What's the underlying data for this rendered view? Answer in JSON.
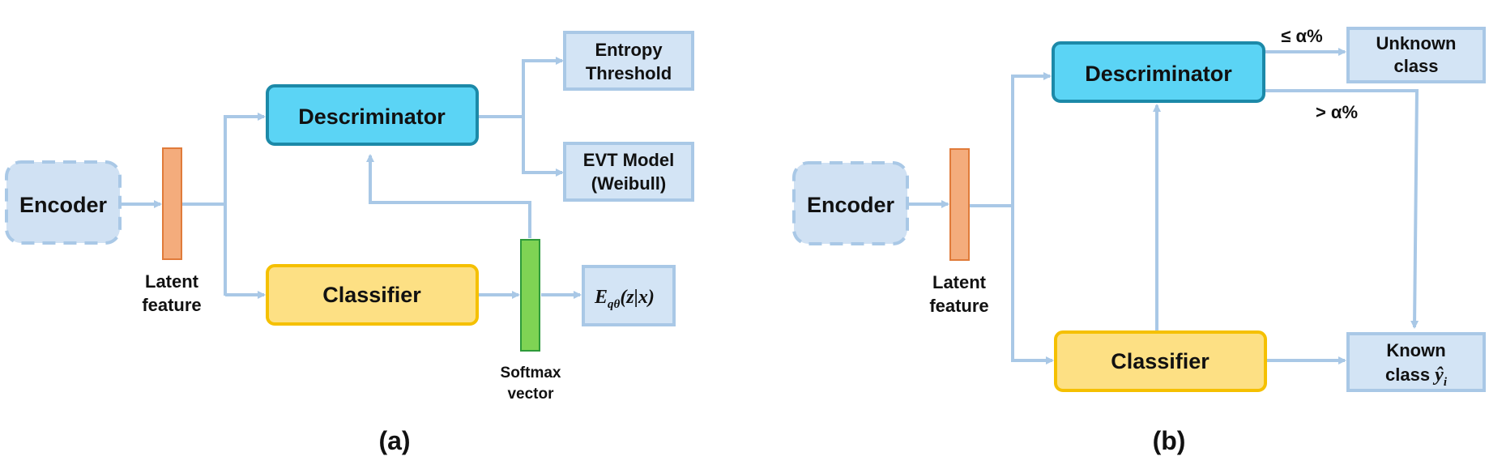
{
  "panel_a": {
    "encoder": "Encoder",
    "latent_line1": "Latent",
    "latent_line2": "feature",
    "discriminator": "Descriminator",
    "classifier": "Classifier",
    "entropy_line1": "Entropy",
    "entropy_line2": "Threshold",
    "evt_line1": "EVT Model",
    "evt_line2": "(Weibull)",
    "softmax_line1": "Softmax",
    "softmax_line2": "vector",
    "expect_E": "E",
    "expect_sub": "qθ",
    "expect_arg": "(z|x)",
    "caption": "(a)"
  },
  "panel_b": {
    "encoder": "Encoder",
    "latent_line1": "Latent",
    "latent_line2": "feature",
    "discriminator": "Descriminator",
    "classifier": "Classifier",
    "unknown_line1": "Unknown",
    "unknown_line2": "class",
    "known_line1": "Known",
    "known_line2": "class ",
    "known_symbol": "ŷ",
    "known_sub": "i",
    "le_label": "≤ α%",
    "gt_label": "> α%",
    "caption": "(b)"
  },
  "colors": {
    "arrow": "#a9c8e6",
    "encoder_fill": "#d0e1f3",
    "discriminator_fill": "#5bd4f5",
    "discriminator_stroke": "#1c89a8",
    "classifier_fill": "#fde084",
    "classifier_stroke": "#f5c000",
    "latent_fill": "#f4ac7c",
    "latent_stroke": "#e07b3a",
    "softmax_fill": "#7fd354",
    "softmax_stroke": "#2e9a3a",
    "output_fill": "#d3e4f5",
    "output_stroke": "#a9c8e6"
  }
}
